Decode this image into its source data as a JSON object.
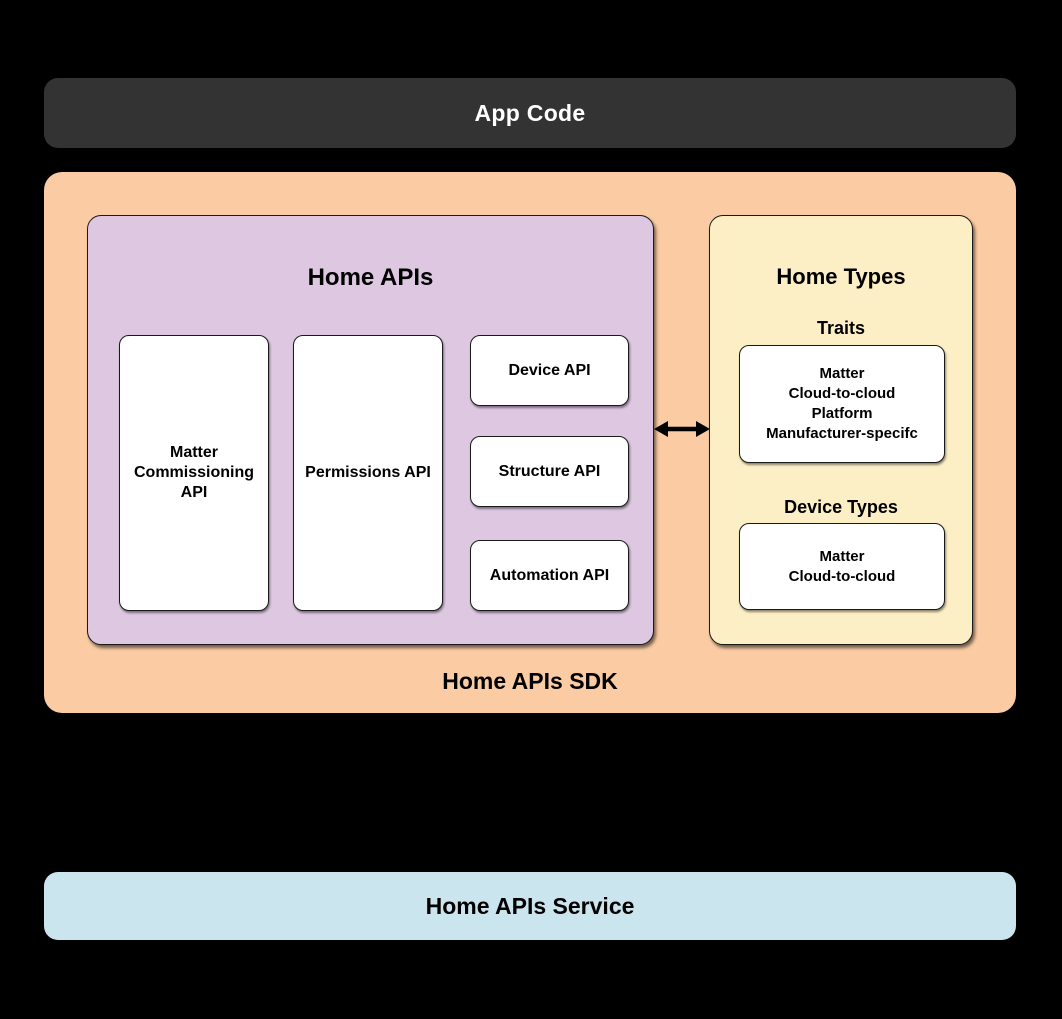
{
  "app_code": {
    "label": "App Code"
  },
  "sdk": {
    "label": "Home APIs SDK",
    "home_apis": {
      "title": "Home APIs",
      "matter_commissioning": {
        "lines": [
          "Matter",
          "Commissioning",
          "API"
        ]
      },
      "permissions_label": "Permissions API",
      "device_label": "Device API",
      "structure_label": "Structure API",
      "automation_label": "Automation API"
    },
    "arrow": {
      "icon": "bidirectional-arrow-icon"
    },
    "home_types": {
      "title": "Home Types",
      "traits": {
        "heading": "Traits",
        "items": [
          "Matter",
          "Cloud-to-cloud",
          "Platform",
          "Manufacturer-specifc"
        ]
      },
      "device_types": {
        "heading": "Device Types",
        "items": [
          "Matter",
          "Cloud-to-cloud"
        ]
      }
    }
  },
  "service": {
    "label": "Home APIs Service"
  },
  "colors": {
    "background": "#000000",
    "app_code_bg": "#333333",
    "sdk_bg": "#FBCBA3",
    "home_apis_bg": "#DDC7E1",
    "home_types_bg": "#FDEFC5",
    "service_bg": "#CBE5EE",
    "card_bg": "#FFFFFF",
    "text_dark": "#000000",
    "text_light": "#FFFFFF"
  }
}
